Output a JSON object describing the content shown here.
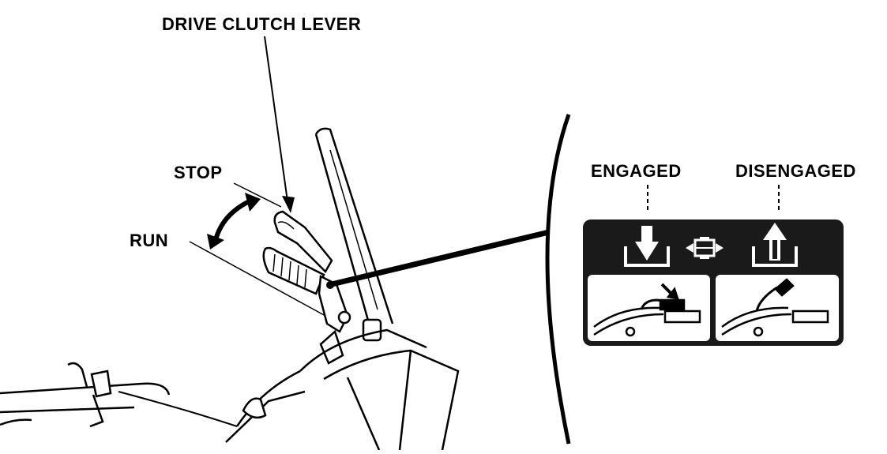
{
  "labels": {
    "drive_clutch_lever": "DRIVE CLUTCH LEVER",
    "stop": "STOP",
    "run": "RUN",
    "engaged": "ENGAGED",
    "disengaged": "DISENGAGED"
  },
  "colors": {
    "ink": "#000000",
    "paper": "#ffffff",
    "decal_background": "#1a1a1a"
  },
  "icons": [
    "engaged-down-arrow-icon",
    "transmission-icon",
    "disengaged-up-arrow-icon",
    "lever-engaged-icon",
    "lever-disengaged-icon"
  ]
}
